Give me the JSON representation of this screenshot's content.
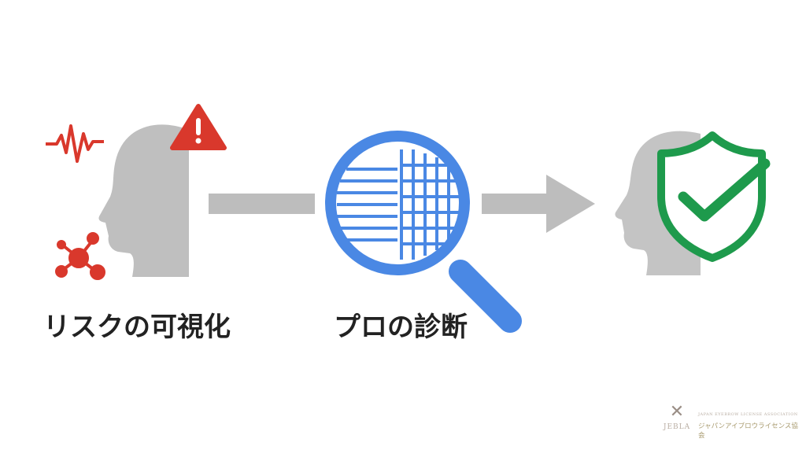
{
  "steps": [
    {
      "label": "リスクの可視化",
      "icon": "head-with-risk-icons"
    },
    {
      "label": "プロの診断",
      "icon": "magnifying-glass-icon"
    },
    {
      "label": "",
      "icon": "head-with-shield-check-icon"
    }
  ],
  "logo": {
    "abbr": "JEBLA",
    "english": "JAPAN EYEBROW LICENSE ASSOCIATION",
    "japanese": "ジャパンアイブロウライセンス協会"
  },
  "colors": {
    "red": "#d9382c",
    "blue": "#4a88e4",
    "green": "#1e9a4c",
    "gray": "#bdbdbd",
    "text": "#222222"
  }
}
